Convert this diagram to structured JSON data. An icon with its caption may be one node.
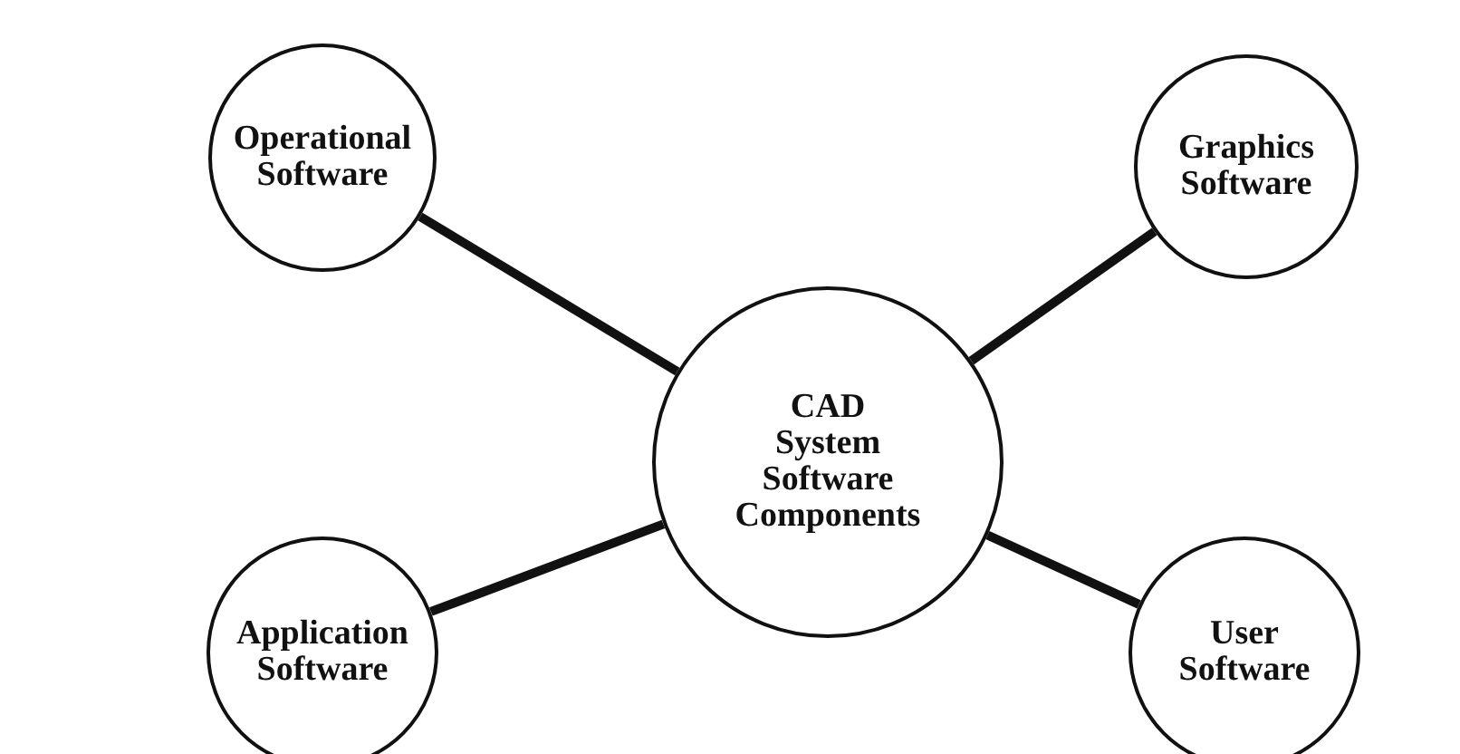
{
  "diagram": {
    "nodes": [
      {
        "text": [
          "Operational Software"
        ]
      },
      {
        "text": [
          "Graphics Software"
        ]
      },
      {
        "text": [
          "CAD System Software Components"
        ]
      },
      {
        "text": [
          "Application Software"
        ]
      },
      {
        "text": [
          "User Software"
        ]
      }
    ],
    "edges": [
      {
        "from": 0,
        "to": 2,
        "arrow": "none"
      },
      {
        "from": 3,
        "to": 2,
        "arrow": "none"
      },
      {
        "from": 1,
        "to": 2,
        "arrow": "none"
      },
      {
        "from": 4,
        "to": 2,
        "arrow": "none"
      }
    ]
  }
}
